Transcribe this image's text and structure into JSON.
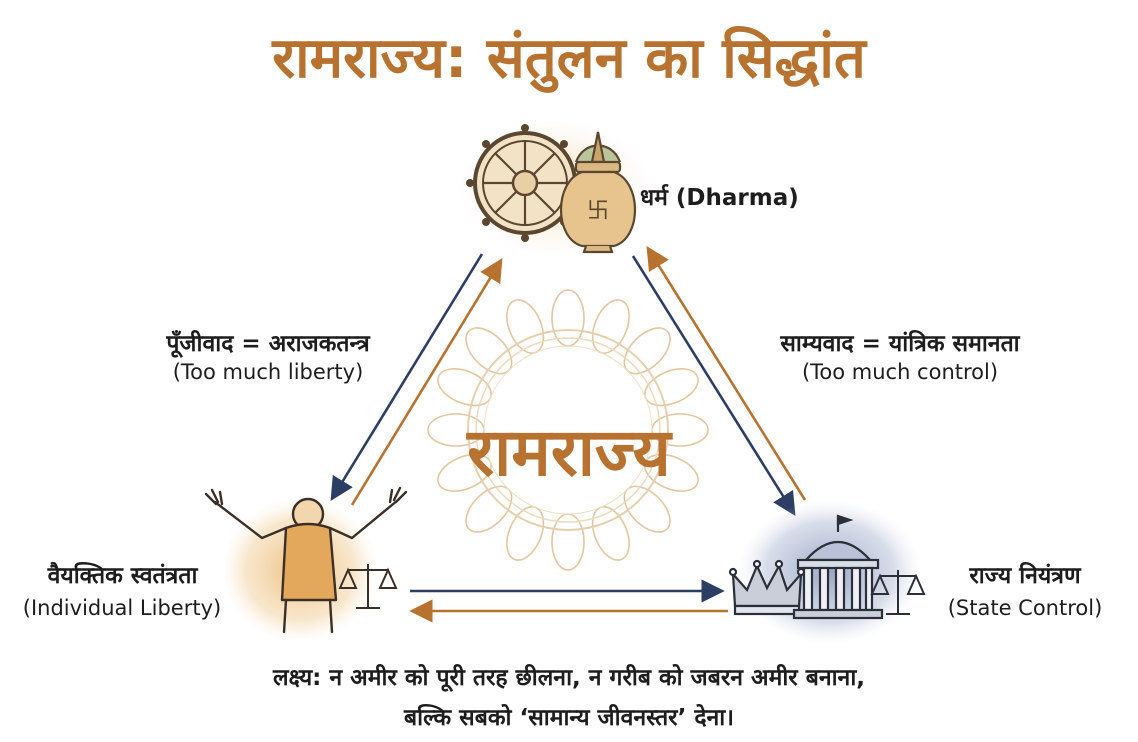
{
  "title": "रामराज्य: संतुलन का सिद्धांत",
  "center": "रामराज्य",
  "nodes": {
    "dharma": {
      "label": "धर्म (Dharma)",
      "icon": "dharma-wheel-kalash-icon"
    },
    "liberty": {
      "label": "वैयक्तिक स्वतंत्रता",
      "sub": "(Individual Liberty)",
      "icon": "person-scales-icon"
    },
    "state": {
      "label": "राज्य नियंत्रण",
      "sub": "(State Control)",
      "icon": "crown-parliament-scales-icon"
    }
  },
  "edges": {
    "left": {
      "label": "पूँजीवाद = अराजकतन्त्र",
      "sub": "(Too much liberty)"
    },
    "right": {
      "label": "साम्यवाद = यांत्रिक समानता",
      "sub": "(Too much control)"
    }
  },
  "goal": {
    "line1": "लक्ष्य: न अमीर को पूरी तरह छीलना, न गरीब को जबरन अमीर बनाना,",
    "line2": "बल्कि सबको ‘सामान्य जीवनस्तर’ देना।"
  },
  "colors": {
    "accent": "#b8722f",
    "navy": "#2c3e63",
    "text": "#1d1d1d"
  }
}
